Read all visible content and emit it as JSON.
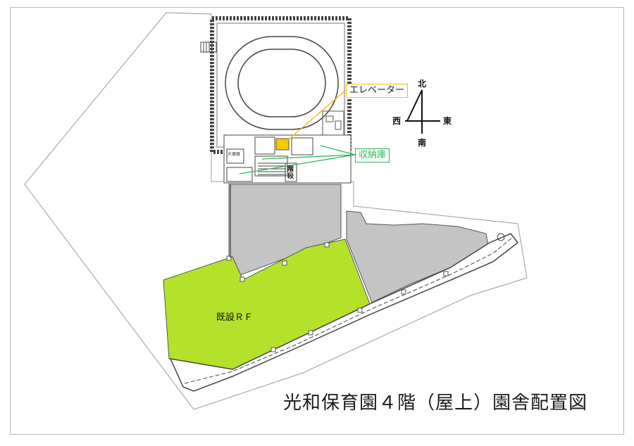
{
  "title": "光和保育園４階（屋上）園舎配置図",
  "labels": {
    "elevator": "エレベーター",
    "storage": "収納庫",
    "existing_rf": "既設ＲＦ",
    "stairs": "階段",
    "small_room": "大便器"
  },
  "compass": {
    "north": "北",
    "south": "南",
    "east": "東",
    "west": "西"
  },
  "colors": {
    "rooftop_green": "#b4e22a",
    "building_gray": "#c4c4c4",
    "elevator_yellow": "#f7c900",
    "storage_line": "#2fb457"
  }
}
